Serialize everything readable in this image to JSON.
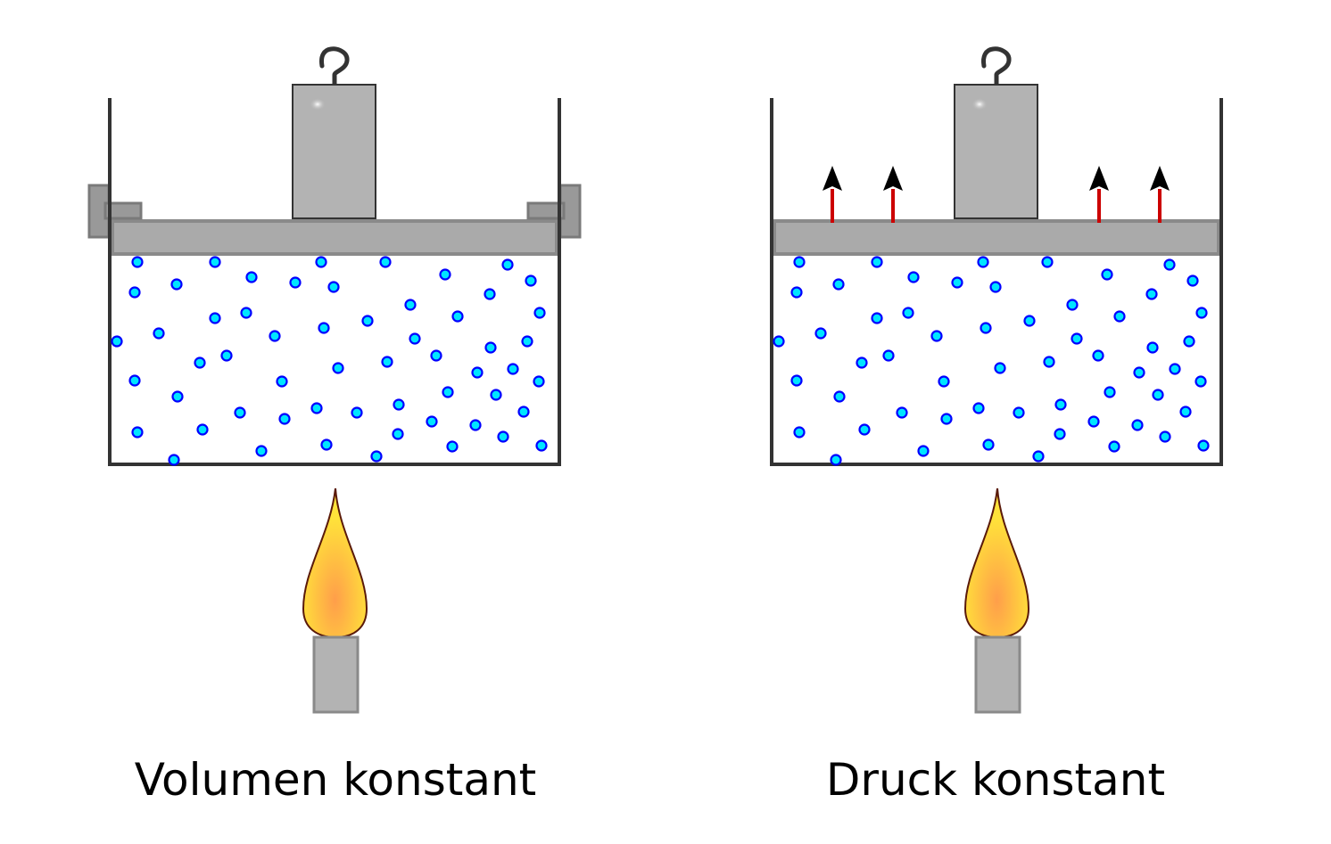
{
  "panels": [
    {
      "id": "volume-constant",
      "caption": "Volumen konstant",
      "clamped": true,
      "arrows": false
    },
    {
      "id": "pressure-constant",
      "caption": "Druck konstant",
      "clamped": false,
      "arrows": true
    }
  ],
  "colors": {
    "wall": "#333333",
    "piston_fill": "#aaaaaa",
    "piston_stroke": "#8a8a8a",
    "weight_fill": "#b3b3b3",
    "particle_fill": "#00e5ff",
    "particle_stroke": "#0000ff",
    "arrow_shaft": "#cc0000",
    "arrow_head": "#000000",
    "flame_outer": "#ffe23a",
    "flame_inner": "#ff9e4a",
    "flame_stroke": "#5a1a0a",
    "burner_fill": "#b3b3b3"
  },
  "icons": [
    "weight-hook-icon",
    "flame-icon",
    "burner-icon",
    "arrow-up-icon"
  ]
}
